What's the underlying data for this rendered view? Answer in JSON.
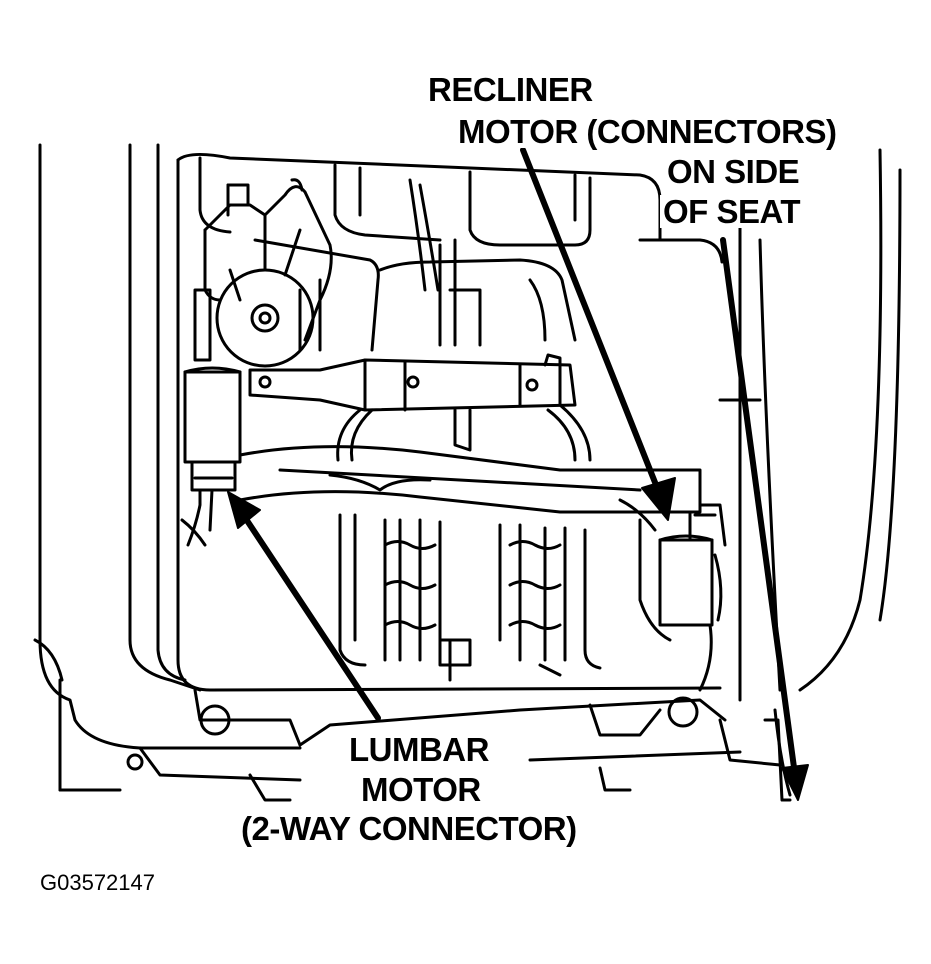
{
  "callouts": {
    "recliner": {
      "line1": "RECLINER",
      "line2": "MOTOR (CONNECTORS)",
      "line3": "ON SIDE",
      "line4": "OF SEAT"
    },
    "lumbar": {
      "line1": "LUMBAR",
      "line2": "MOTOR",
      "line3": "(2-WAY CONNECTOR)"
    }
  },
  "figure_code": "G03572147",
  "colors": {
    "ink": "#000000",
    "paper": "#ffffff"
  }
}
